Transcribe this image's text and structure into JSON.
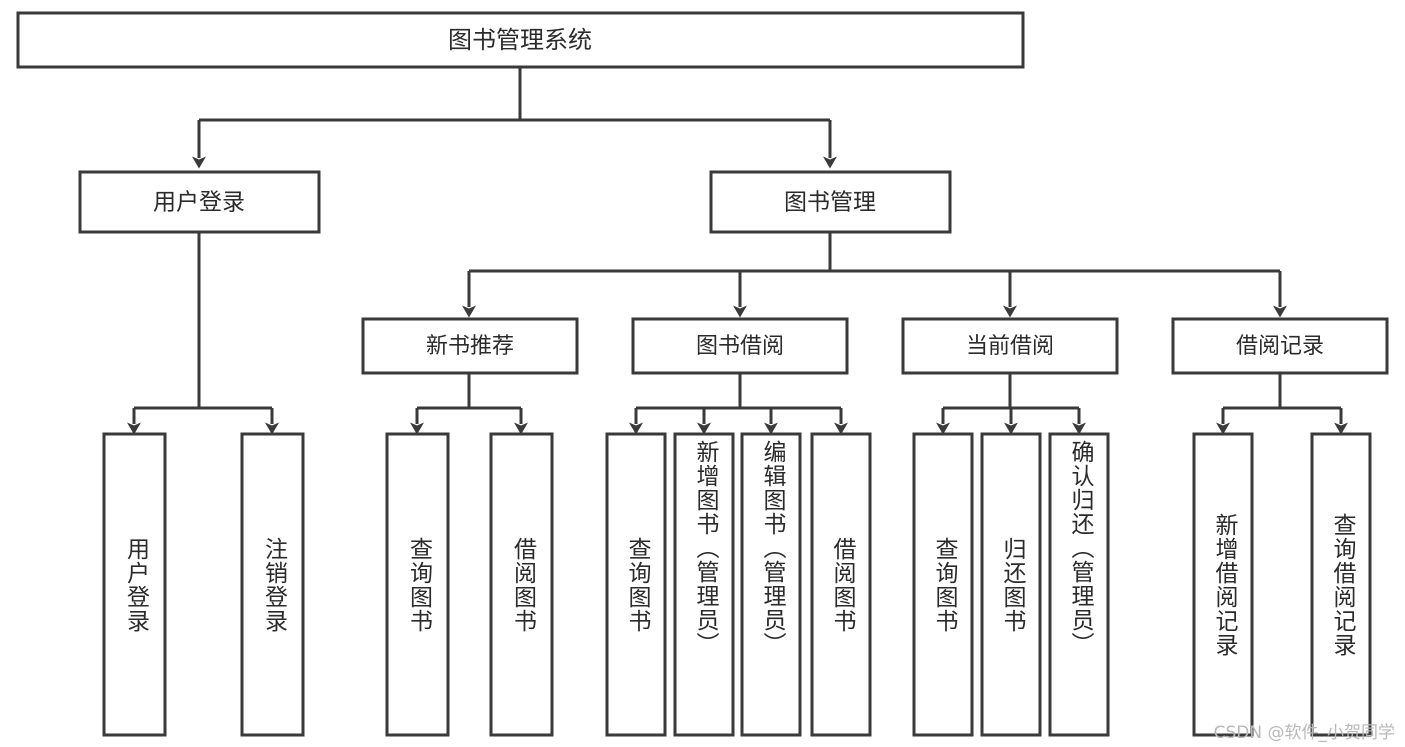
{
  "diagram": {
    "type": "tree-hierarchy",
    "title": "图书管理系统",
    "root": {
      "label": "图书管理系统",
      "children": [
        {
          "label": "用户登录",
          "children": [
            {
              "label": "用户登录"
            },
            {
              "label": "注销登录"
            }
          ]
        },
        {
          "label": "图书管理",
          "children": [
            {
              "label": "新书推荐",
              "children": [
                {
                  "label": "查询图书"
                },
                {
                  "label": "借阅图书"
                }
              ]
            },
            {
              "label": "图书借阅",
              "children": [
                {
                  "label": "查询图书"
                },
                {
                  "label": "新增图书（管理员）"
                },
                {
                  "label": "编辑图书（管理员）"
                },
                {
                  "label": "借阅图书"
                }
              ]
            },
            {
              "label": "当前借阅",
              "children": [
                {
                  "label": "查询图书"
                },
                {
                  "label": "归还图书"
                },
                {
                  "label": "确认归还（管理员）"
                }
              ]
            },
            {
              "label": "借阅记录",
              "children": [
                {
                  "label": "新增借阅记录"
                },
                {
                  "label": "查询借阅记录"
                }
              ]
            }
          ]
        }
      ]
    },
    "nodes": {
      "root": "图书管理系统",
      "user_login": "用户登录",
      "book_mgmt": "图书管理",
      "leaf_user_login": "用户登录",
      "leaf_logout": "注销登录",
      "new_book_rec": "新书推荐",
      "book_borrow": "图书借阅",
      "current_borrow": "当前借阅",
      "borrow_record": "借阅记录",
      "nbr_query_book": "查询图书",
      "nbr_borrow_book": "借阅图书",
      "bb_query_book": "查询图书",
      "bb_add_book": "新增图书（管理员）",
      "bb_edit_book": "编辑图书（管理员）",
      "bb_borrow_book": "借阅图书",
      "cb_query_book": "查询图书",
      "cb_return_book": "归还图书",
      "cb_confirm_return": "确认归还（管理员）",
      "br_add_record": "新增借阅记录",
      "br_query_record": "查询借阅记录"
    },
    "colors": {
      "stroke": "#3a3a3a",
      "fill": "#ffffff",
      "text": "#2b2b2b",
      "watermark": "#b9b9b9",
      "background": "#ffffff"
    }
  },
  "watermark": {
    "text": "CSDN @软件_小贺同学"
  }
}
